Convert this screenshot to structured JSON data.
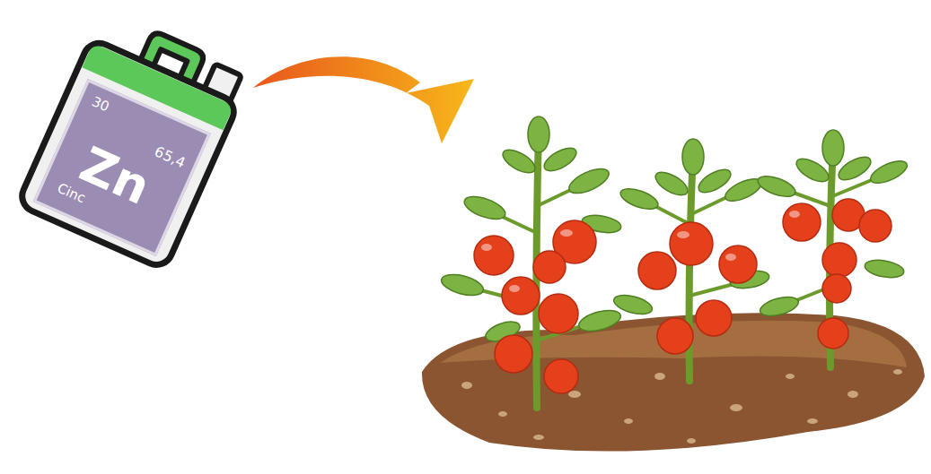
{
  "diagram": {
    "nodes": [
      {
        "text": [
          "30",
          "65,4",
          "Zn",
          "Cinc"
        ]
      }
    ]
  }
}
